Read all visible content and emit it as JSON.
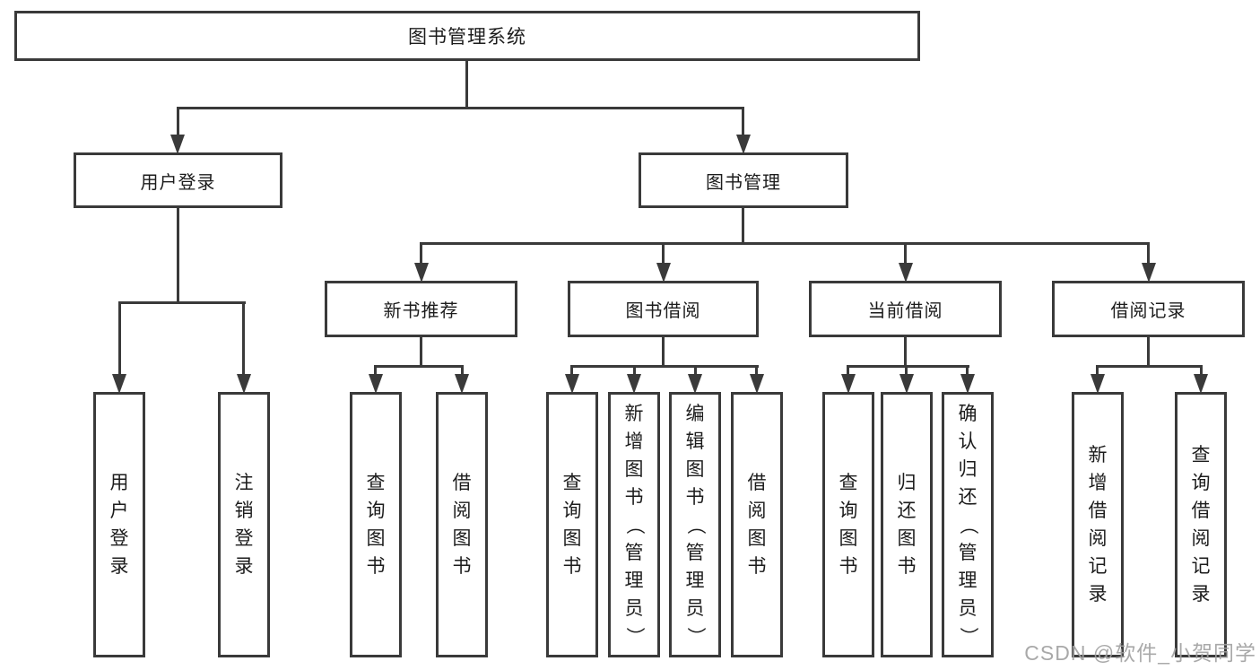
{
  "root": {
    "label": "图书管理系统"
  },
  "nodes": {
    "user_login": "用户登录",
    "book_management": "图书管理",
    "new_book_recommend": "新书推荐",
    "book_borrow": "图书借阅",
    "current_borrow": "当前借阅",
    "borrow_records": "借阅记录"
  },
  "leaves": {
    "user_login": "用户登录",
    "logout": "注销登录",
    "nb_query_books": "查询图书",
    "nb_borrow_books": "借阅图书",
    "bb_query_books": "查询图书",
    "bb_add_books_admin": "新增图书（管理员）",
    "bb_edit_books_admin": "编辑图书（管理员）",
    "bb_borrow_books": "借阅图书",
    "cb_query_books": "查询图书",
    "cb_return_books": "归还图书",
    "cb_confirm_return_admin": "确认归还（管理员）",
    "br_add_record": "新增借阅记录",
    "br_query_record": "查询借阅记录"
  },
  "watermark": "CSDN @软件_小贺同学",
  "colors": {
    "line": "#3a3a3a",
    "text": "#1c1c1c",
    "watermark": "#a0a0a0",
    "background": "#ffffff"
  }
}
